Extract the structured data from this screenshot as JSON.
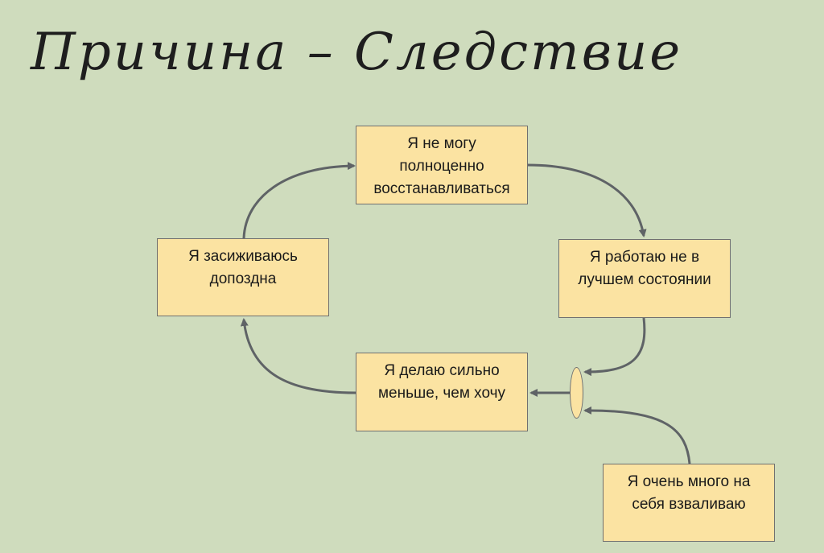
{
  "title": "Причина – Следствие",
  "nodes": {
    "n1": "Я не могу полноценно восстанавливаться",
    "n2": "Я работаю не в лучшем состоянии",
    "n3": "Я делаю сильно меньше, чем хочу",
    "n4": "Я засиживаюсь допоздна",
    "n5": "Я очень много на себя взваливаю"
  },
  "colors": {
    "background": "#cfdcbd",
    "node_fill": "#fbe3a2",
    "node_border": "#707070",
    "arrow": "#5f6366"
  },
  "edges": [
    {
      "from": "n4",
      "to": "n1"
    },
    {
      "from": "n1",
      "to": "n2"
    },
    {
      "from": "n2",
      "to": "junction"
    },
    {
      "from": "n5",
      "to": "junction"
    },
    {
      "from": "junction",
      "to": "n3"
    },
    {
      "from": "n3",
      "to": "n4"
    }
  ]
}
